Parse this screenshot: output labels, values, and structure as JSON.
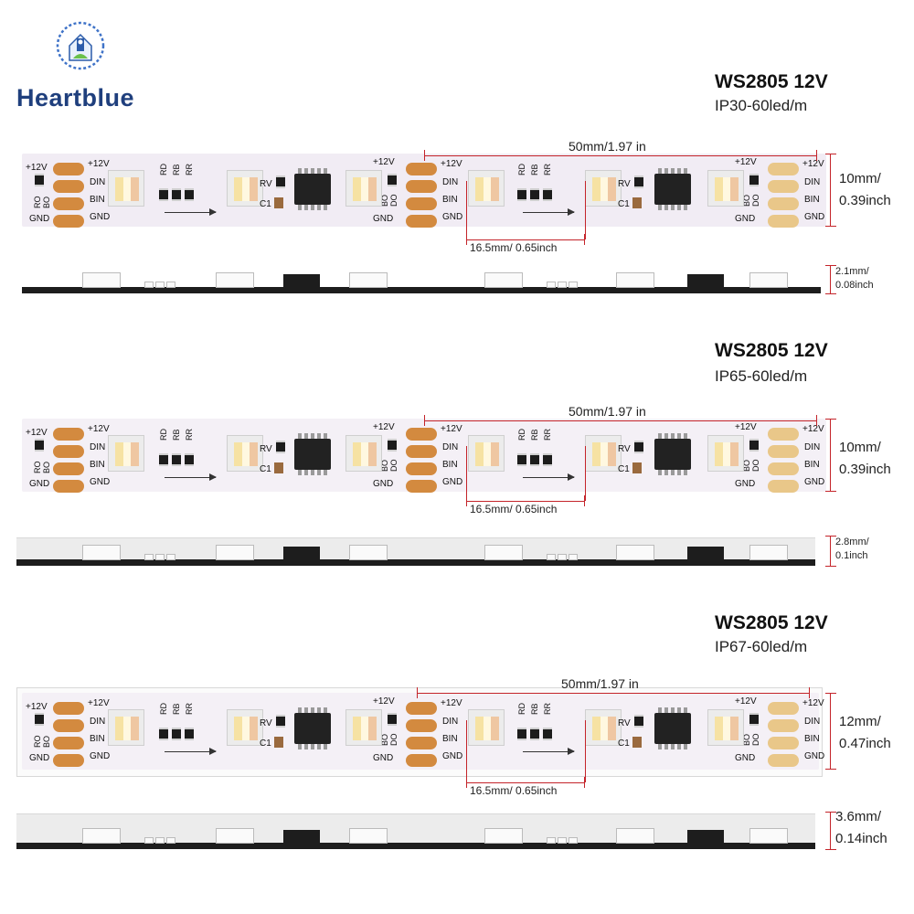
{
  "brand": {
    "name": "Heartblue"
  },
  "sections": [
    {
      "title": "WS2805 12V",
      "subtitle": "IP30-60led/m",
      "pitch_label": "50mm/1.97 in",
      "led_spacing_label": "16.5mm/ 0.65inch",
      "width_label": [
        "10mm/",
        "0.39inch"
      ],
      "thickness_label": [
        "2.1mm/",
        "0.08inch"
      ]
    },
    {
      "title": "WS2805 12V",
      "subtitle": "IP65-60led/m",
      "pitch_label": "50mm/1.97 in",
      "led_spacing_label": "16.5mm/ 0.65inch",
      "width_label": [
        "10mm/",
        "0.39inch"
      ],
      "thickness_label": [
        "2.8mm/",
        "0.1inch"
      ]
    },
    {
      "title": "WS2805 12V",
      "subtitle": "IP67-60led/m",
      "pitch_label": "50mm/1.97 in",
      "led_spacing_label": "16.5mm/ 0.65inch",
      "width_label": [
        "12mm/",
        "0.47inch"
      ],
      "thickness_label": [
        "3.6mm/",
        "0.14inch"
      ]
    }
  ],
  "pcb_labels": {
    "v12": "+12V",
    "din": "DIN",
    "bin": "BIN",
    "gnd": "GND",
    "ro": "RO",
    "bo": "BO",
    "do": "DO",
    "rd": "RD",
    "rb": "RB",
    "rr": "RR",
    "rv": "RV",
    "c1": "C1"
  },
  "colors": {
    "dimension": "#c4242a",
    "pad": "#d38a3f",
    "brand": "#1f3f7d"
  }
}
